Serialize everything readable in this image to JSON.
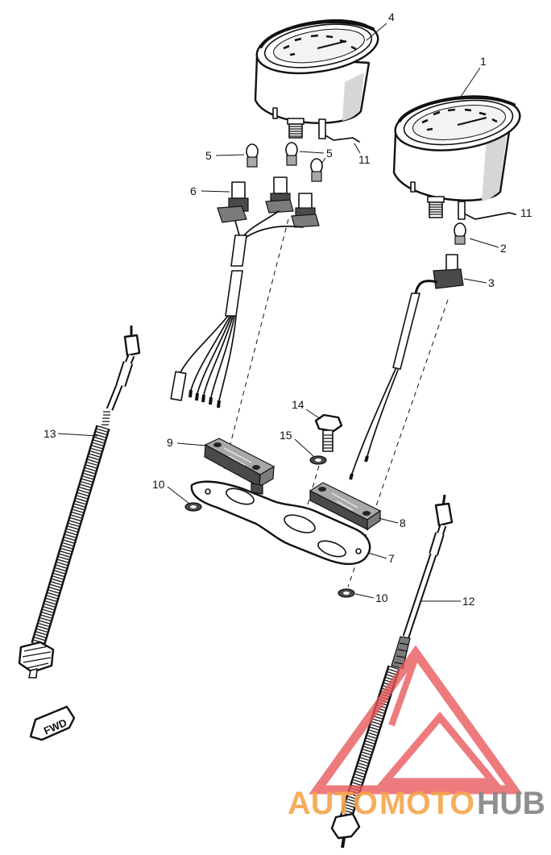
{
  "diagram": {
    "callouts": [
      "4",
      "1",
      "11",
      "5",
      "5",
      "6",
      "11",
      "2",
      "3",
      "13",
      "14",
      "9",
      "15",
      "10",
      "8",
      "7",
      "10",
      "12"
    ],
    "direction_marker": "FWD"
  },
  "watermark": {
    "text_part_1": "AUTO",
    "text_part_2": "MOTO",
    "text_part_3": "HUB",
    "colors": {
      "logo": "#e8575a",
      "text_warm": "#f5a64e",
      "text_gray": "#8a8a8a"
    }
  },
  "colors": {
    "line": "#111111",
    "background": "#ffffff",
    "part_shade": "#4a4a4a"
  }
}
